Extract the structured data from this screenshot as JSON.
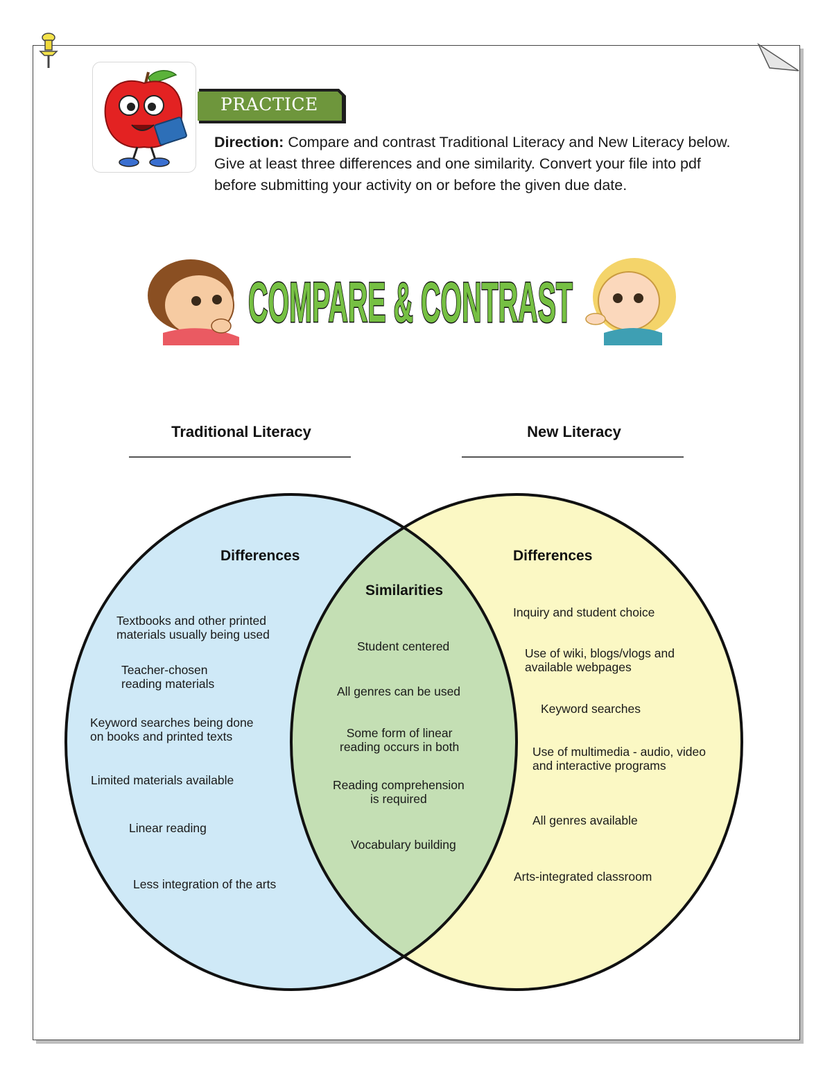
{
  "header": {
    "tag": "PRACTICE",
    "direction_label": "Direction:",
    "direction_text": " Compare and contrast Traditional Literacy and New Literacy below. Give at least three differences and one similarity. Convert your file into pdf before submitting your activity on or before the given due date."
  },
  "banner": {
    "title": "COMPARE & CONTRAST"
  },
  "venn": {
    "left_heading": "Traditional Literacy",
    "right_heading": "New Literacy",
    "left_section": "Differences",
    "middle_section": "Similarities",
    "right_section": "Differences",
    "left_items": [
      "Textbooks and other printed\nmaterials usually being used",
      "Teacher-chosen\nreading materials",
      "Keyword searches being done\non books and printed texts",
      "Limited materials available",
      "Linear reading",
      "Less integration of the arts"
    ],
    "middle_items": [
      "Student centered",
      "All genres can be used",
      "Some form of linear\nreading occurs in both",
      "Reading comprehension\nis required",
      "Vocabulary building"
    ],
    "right_items": [
      "Inquiry and student choice",
      "Use of wiki, blogs/vlogs and\navailable webpages",
      "Keyword searches",
      "Use of multimedia - audio, video\nand interactive programs",
      "All genres available",
      "Arts-integrated classroom"
    ],
    "colors": {
      "left": "#cfe9f7",
      "right": "#fbf8c4",
      "overlap": "#c4dfb4"
    }
  }
}
